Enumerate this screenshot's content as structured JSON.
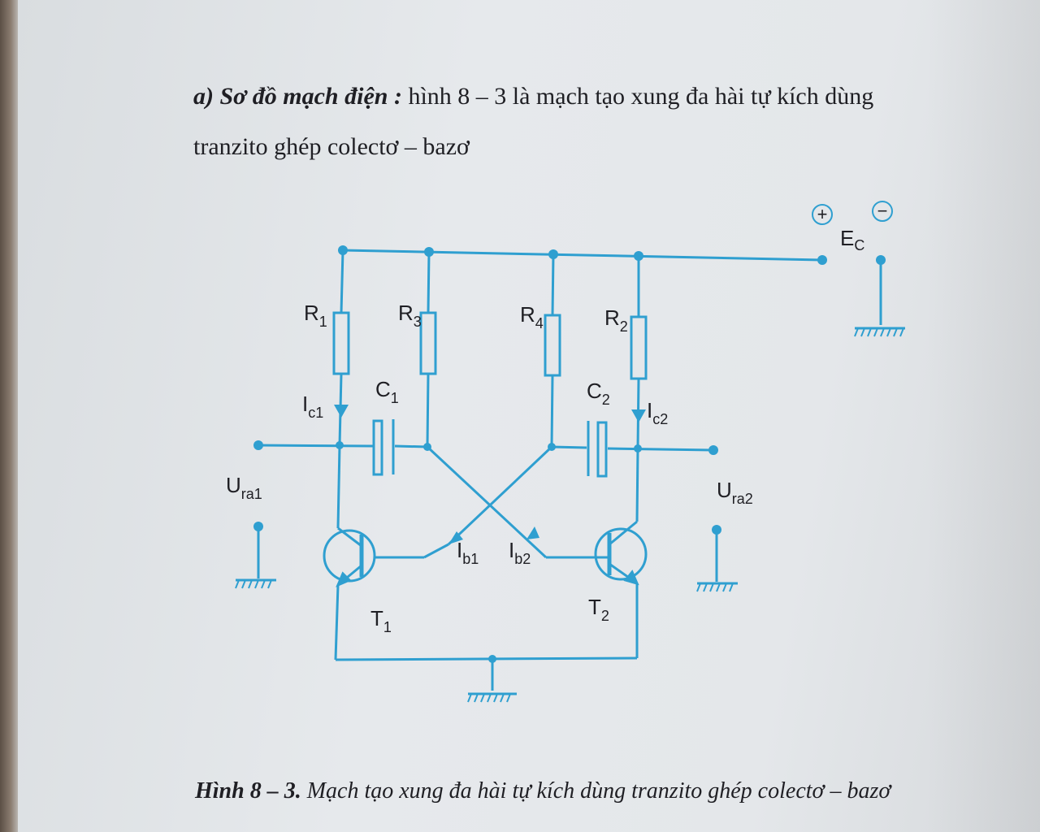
{
  "paragraph": {
    "lead": "a) Sơ đồ mạch điện :",
    "line1_rest": " hình 8 – 3 là mạch tạo xung đa hài tự kích dùng",
    "line2": "tranzito ghép colectơ – bazơ"
  },
  "figure": {
    "supply": {
      "plus_sign": "+",
      "minus_sign": "−",
      "label": "E",
      "label_sub": "C"
    },
    "components": {
      "R1": {
        "main": "R",
        "sub": "1"
      },
      "R2": {
        "main": "R",
        "sub": "2"
      },
      "R3": {
        "main": "R",
        "sub": "3"
      },
      "R4": {
        "main": "R",
        "sub": "4"
      },
      "C1": {
        "main": "C",
        "sub": "1"
      },
      "C2": {
        "main": "C",
        "sub": "2"
      },
      "T1": {
        "main": "T",
        "sub": "1"
      },
      "T2": {
        "main": "T",
        "sub": "2"
      }
    },
    "currents": {
      "Ic1": {
        "main": "I",
        "sub": "c1"
      },
      "Ic2": {
        "main": "I",
        "sub": "c2"
      },
      "Ib1": {
        "main": "I",
        "sub": "b1"
      },
      "Ib2": {
        "main": "I",
        "sub": "b2"
      }
    },
    "outputs": {
      "Ura1": {
        "main": "U",
        "sub": "ra1"
      },
      "Ura2": {
        "main": "U",
        "sub": "ra2"
      }
    }
  },
  "caption": {
    "label": "Hình 8 – 3.",
    "text": " Mạch tạo xung đa hài tự kích dùng tranzito ghép colectơ – bazơ"
  },
  "colors": {
    "wire": "#2f9fd0",
    "text": "#1f1f24",
    "paper": "#e4e7ea"
  }
}
